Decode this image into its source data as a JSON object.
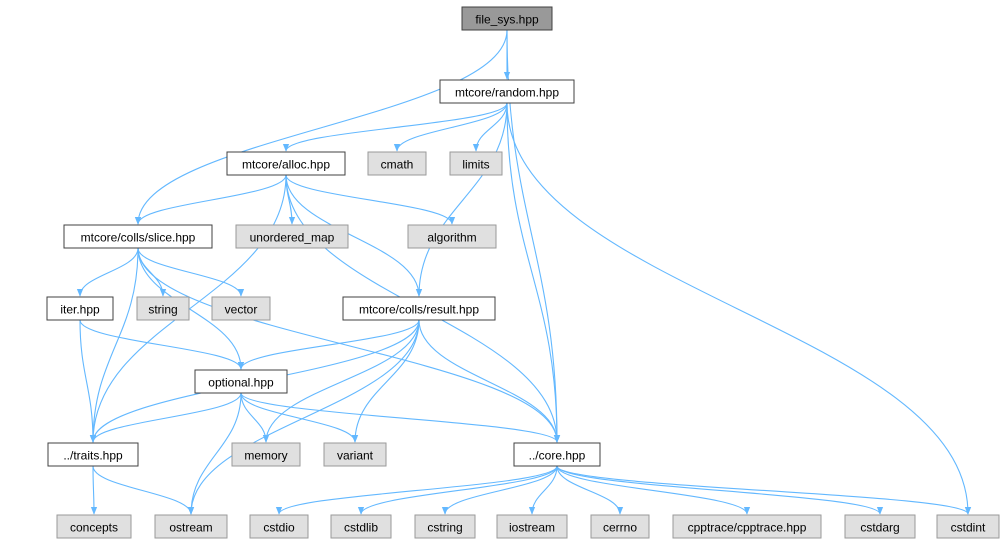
{
  "colors": {
    "edge": "#63b8ff",
    "root_fill": "#999999",
    "external_fill": "#e0e0e0",
    "documented_fill": "#ffffff",
    "border": "#404040"
  },
  "nodes": [
    {
      "id": "file_sys",
      "label": "file_sys.hpp",
      "kind": "root"
    },
    {
      "id": "random",
      "label": "mtcore/random.hpp",
      "kind": "boxed"
    },
    {
      "id": "alloc",
      "label": "mtcore/alloc.hpp",
      "kind": "boxed"
    },
    {
      "id": "cmath",
      "label": "cmath",
      "kind": "external"
    },
    {
      "id": "limits",
      "label": "limits",
      "kind": "external"
    },
    {
      "id": "slice",
      "label": "mtcore/colls/slice.hpp",
      "kind": "boxed"
    },
    {
      "id": "unordered_map",
      "label": "unordered_map",
      "kind": "external"
    },
    {
      "id": "algorithm",
      "label": "algorithm",
      "kind": "external"
    },
    {
      "id": "iter",
      "label": "iter.hpp",
      "kind": "boxed"
    },
    {
      "id": "string",
      "label": "string",
      "kind": "external"
    },
    {
      "id": "vector",
      "label": "vector",
      "kind": "external"
    },
    {
      "id": "result",
      "label": "mtcore/colls/result.hpp",
      "kind": "boxed"
    },
    {
      "id": "optional",
      "label": "optional.hpp",
      "kind": "boxed"
    },
    {
      "id": "traits",
      "label": "../traits.hpp",
      "kind": "boxed"
    },
    {
      "id": "memory",
      "label": "memory",
      "kind": "external"
    },
    {
      "id": "variant",
      "label": "variant",
      "kind": "external"
    },
    {
      "id": "core",
      "label": "../core.hpp",
      "kind": "boxed"
    },
    {
      "id": "concepts",
      "label": "concepts",
      "kind": "external"
    },
    {
      "id": "ostream",
      "label": "ostream",
      "kind": "external"
    },
    {
      "id": "cstdio",
      "label": "cstdio",
      "kind": "external"
    },
    {
      "id": "cstdlib",
      "label": "cstdlib",
      "kind": "external"
    },
    {
      "id": "cstring",
      "label": "cstring",
      "kind": "external"
    },
    {
      "id": "iostream",
      "label": "iostream",
      "kind": "external"
    },
    {
      "id": "cerrno",
      "label": "cerrno",
      "kind": "external"
    },
    {
      "id": "cpptrace",
      "label": "cpptrace/cpptrace.hpp",
      "kind": "external"
    },
    {
      "id": "cstdarg",
      "label": "cstdarg",
      "kind": "external"
    },
    {
      "id": "cstdint",
      "label": "cstdint",
      "kind": "external"
    }
  ],
  "edges": [
    [
      "file_sys",
      "random"
    ],
    [
      "file_sys",
      "slice"
    ],
    [
      "file_sys",
      "core"
    ],
    [
      "random",
      "alloc"
    ],
    [
      "random",
      "cmath"
    ],
    [
      "random",
      "limits"
    ],
    [
      "random",
      "result"
    ],
    [
      "random",
      "core"
    ],
    [
      "random",
      "cstdint"
    ],
    [
      "alloc",
      "slice"
    ],
    [
      "alloc",
      "unordered_map"
    ],
    [
      "alloc",
      "algorithm"
    ],
    [
      "alloc",
      "result"
    ],
    [
      "alloc",
      "traits"
    ],
    [
      "alloc",
      "core"
    ],
    [
      "slice",
      "iter"
    ],
    [
      "slice",
      "string"
    ],
    [
      "slice",
      "vector"
    ],
    [
      "slice",
      "optional"
    ],
    [
      "slice",
      "traits"
    ],
    [
      "slice",
      "core"
    ],
    [
      "iter",
      "optional"
    ],
    [
      "iter",
      "traits"
    ],
    [
      "result",
      "optional"
    ],
    [
      "result",
      "traits"
    ],
    [
      "result",
      "memory"
    ],
    [
      "result",
      "variant"
    ],
    [
      "result",
      "ostream"
    ],
    [
      "result",
      "core"
    ],
    [
      "optional",
      "traits"
    ],
    [
      "optional",
      "memory"
    ],
    [
      "optional",
      "variant"
    ],
    [
      "optional",
      "ostream"
    ],
    [
      "optional",
      "core"
    ],
    [
      "traits",
      "concepts"
    ],
    [
      "traits",
      "ostream"
    ],
    [
      "core",
      "cstdio"
    ],
    [
      "core",
      "cstdlib"
    ],
    [
      "core",
      "cstring"
    ],
    [
      "core",
      "iostream"
    ],
    [
      "core",
      "cerrno"
    ],
    [
      "core",
      "cpptrace"
    ],
    [
      "core",
      "cstdarg"
    ],
    [
      "core",
      "cstdint"
    ]
  ]
}
